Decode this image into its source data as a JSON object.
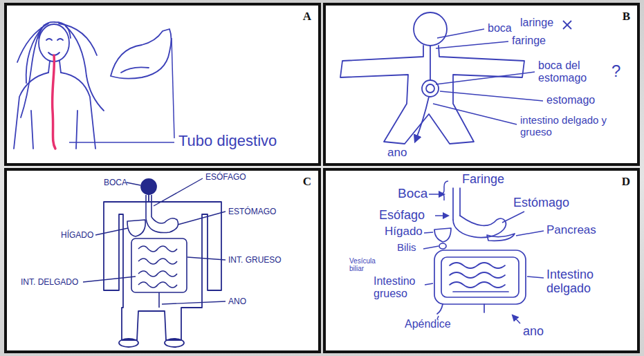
{
  "diagram": {
    "nodes": [
      {
        "text": [
          "A"
        ]
      },
      {
        "text": [
          "B"
        ]
      },
      {
        "text": [
          "C"
        ]
      },
      {
        "text": [
          "D"
        ]
      }
    ],
    "labels": [
      "Tubo digestivo",
      "boca",
      "laringe",
      "faringe",
      "boca del estomago",
      "?",
      "estomago",
      "intestino delgado y grueso",
      "ano",
      "BOCA",
      "ESÓFAGO",
      "ESTÓMAGO",
      "HÍGADO",
      "INT. GRUESO",
      "INT. DELGADO",
      "ANO",
      "Boca",
      "Faringe",
      "Esófago",
      "Estómago",
      "Hígado",
      "Pancreas",
      "Bilis",
      "Vesícula biliar",
      "Intestino grueso",
      "Intestino delgado",
      "Apéndice",
      "ano"
    ]
  }
}
